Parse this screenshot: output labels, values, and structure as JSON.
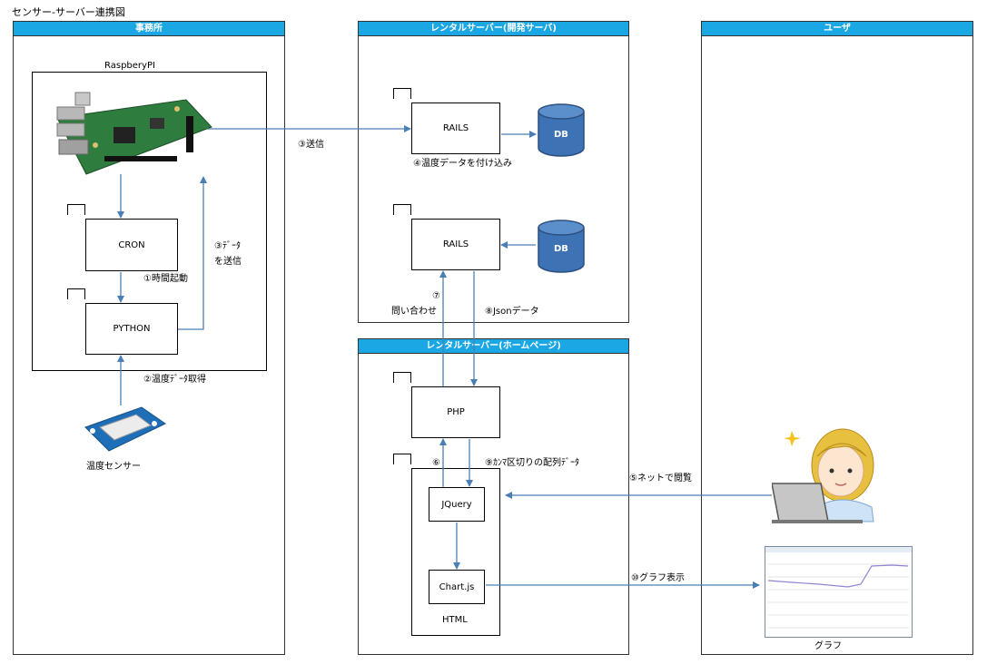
{
  "diagram_title": "センサー-サーバー連携図",
  "lanes": {
    "office": "事務所",
    "dev_server": "レンタルサーバー(開発サーバ)",
    "user": "ユーザ",
    "homepage_server": "レンタルサーバー(ホームページ)"
  },
  "nodes": {
    "raspberry_pi": "RaspberyPI",
    "cron": "CRON",
    "python": "PYTHON",
    "sensor": "温度センサー",
    "rails_top": "RAILS",
    "rails_bottom": "RAILS",
    "db_top": "DB",
    "db_bottom": "DB",
    "php": "PHP",
    "jquery": "JQuery",
    "chartjs": "Chart.js",
    "html": "HTML",
    "graph": "グラフ"
  },
  "labels": {
    "step1": "①時間起動",
    "step2": "②温度ﾃﾞｰﾀ取得",
    "step3a_line1": "③ﾃﾞｰﾀ",
    "step3a_line2": "を送信",
    "step3b": "③送信",
    "step4": "④温度データを付け込み",
    "step5": "⑤ネットで閲覧",
    "step6": "⑥",
    "step7_line1": "⑦",
    "step7_line2": "問い合わせ",
    "step8": "⑧Jsonデータ",
    "step9": "⑨ｶﾝﾏ区切りの配列ﾃﾞｰﾀ",
    "step10": "⑩グラフ表示"
  },
  "colors": {
    "lane_header": "#1aa7e3",
    "arrow": "#4a7fb5",
    "db_fill": "#3d72b4",
    "db_stroke": "#2c4f80",
    "pcb": "#2e7d3e"
  }
}
